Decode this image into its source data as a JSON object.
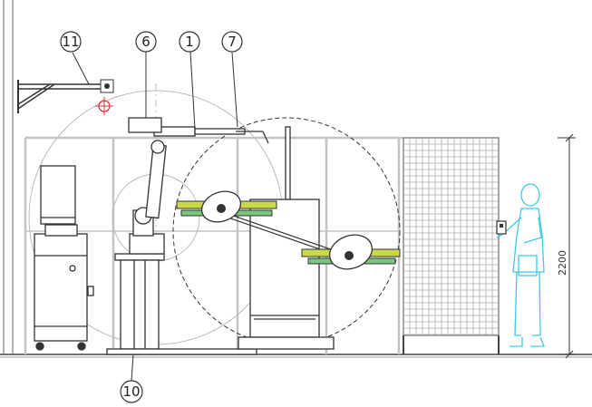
{
  "callouts": {
    "c11": "11",
    "c6": "6",
    "c1": "1",
    "c7": "7",
    "c10": "10"
  },
  "dimension": {
    "height_label": "2200"
  },
  "colors": {
    "line": "#333333",
    "frame": "#bdbdbd",
    "fence": "#9a9a9a",
    "operator": "#3fc9e6",
    "workpiece": "#c9d94a",
    "green": "#7bc47f",
    "marker": "#d9343a"
  }
}
